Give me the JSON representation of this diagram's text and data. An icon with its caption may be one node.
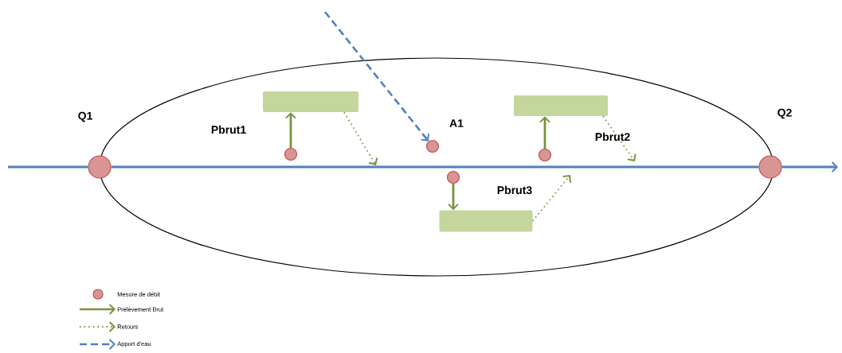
{
  "diagram": {
    "nodes": [
      {
        "text": [],
        "shape": "circle",
        "beside": [
          "Q1"
        ]
      },
      {
        "text": [],
        "shape": "box"
      },
      {
        "text": [],
        "shape": "circle"
      },
      {
        "text": [],
        "shape": "circle",
        "beside": [
          "A1"
        ]
      },
      {
        "text": [],
        "shape": "box"
      },
      {
        "text": [],
        "shape": "circle"
      },
      {
        "text": [],
        "shape": "circle"
      },
      {
        "text": [],
        "shape": "box"
      },
      {
        "text": [],
        "shape": "circle",
        "beside": [
          "Q2"
        ]
      }
    ],
    "edges": [
      {
        "from": null,
        "to": 0,
        "arrow": "none",
        "color": "#4f81bd"
      },
      {
        "from": 0,
        "to": 8,
        "arrow": "none",
        "color": "#4f81bd"
      },
      {
        "from": 8,
        "to": null,
        "arrow": "to",
        "color": "#4f81bd"
      },
      {
        "from": 2,
        "to": 1,
        "arrow": "to",
        "color": "#77933c"
      },
      {
        "from": 1,
        "to": null,
        "arrow": "to",
        "style": "dashed",
        "color": "#77933c"
      },
      {
        "from": null,
        "to": 3,
        "arrow": "to",
        "style": "dashed",
        "color": "#4f81bd"
      },
      {
        "from": 5,
        "to": 4,
        "arrow": "to",
        "color": "#77933c"
      },
      {
        "from": 4,
        "to": null,
        "arrow": "to",
        "style": "dashed",
        "color": "#77933c"
      },
      {
        "from": 6,
        "to": 7,
        "arrow": "to",
        "color": "#77933c"
      },
      {
        "from": 7,
        "to": null,
        "arrow": "to",
        "style": "dashed",
        "color": "#77933c"
      }
    ],
    "labels": [
      "Pbrut1",
      "Pbrut2",
      "Pbrut3"
    ],
    "legend": [
      {
        "text": "Mesure de débit"
      },
      {
        "text": "Prélèvement Brut"
      },
      {
        "text": "Retours"
      },
      {
        "text": "Apport d'eau"
      }
    ]
  }
}
